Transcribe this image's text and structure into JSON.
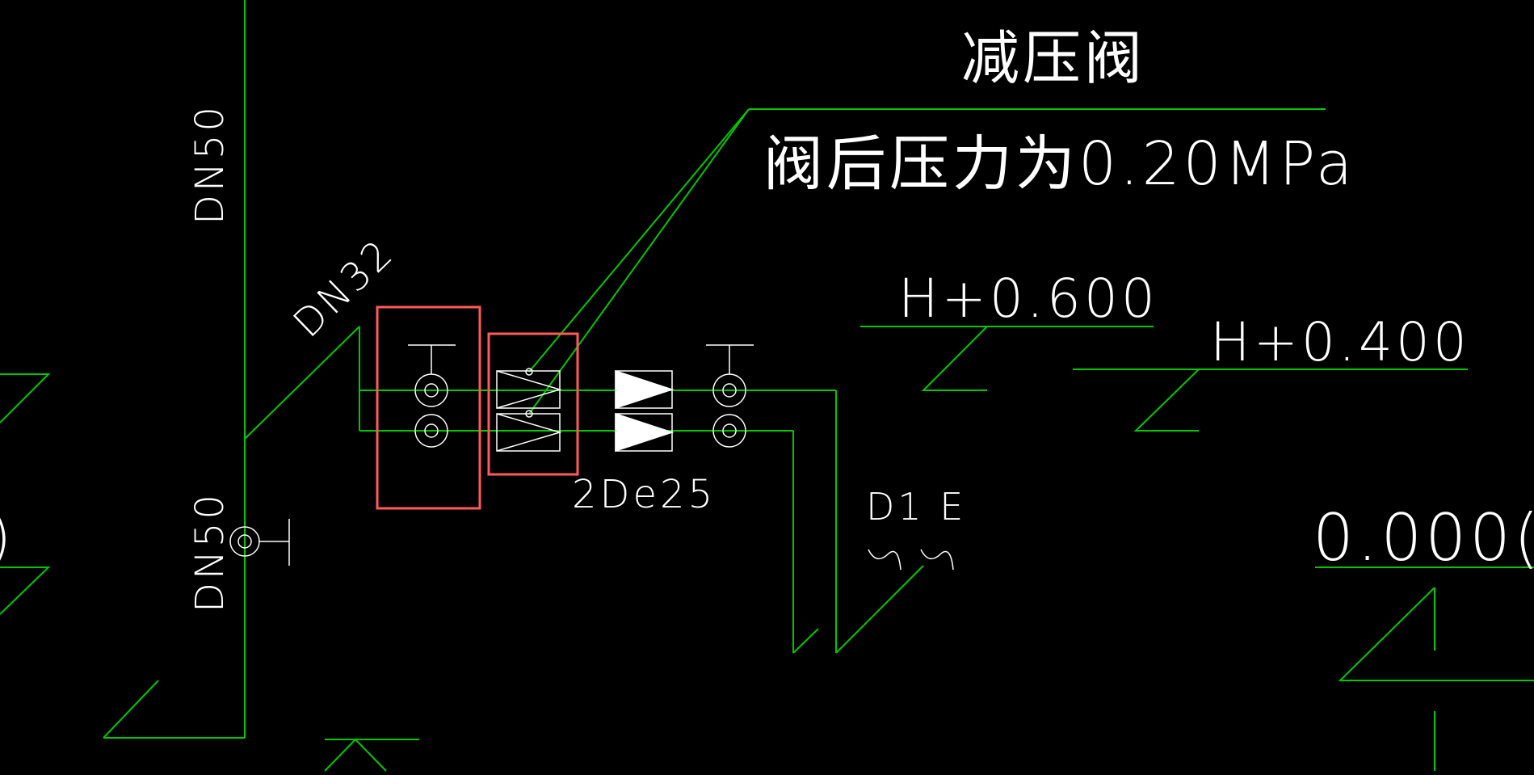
{
  "labels": {
    "reducing_valve_title": "减压阀",
    "downstream_pressure": "阀后压力为0.20MPa",
    "pipe_dn50_top": "DN50",
    "pipe_dn50_bottom": "DN50",
    "pipe_dn32": "DN32",
    "pipe_2de25": "2De25",
    "elevation_h0600": "H+0.600",
    "elevation_h0400": "H+0.400",
    "elevation_0000": "0.000(",
    "drain_label": "D1  E",
    "left_edge_fragment": ")"
  },
  "colors": {
    "background": "#000000",
    "pipe_line": "#00c800",
    "annotation_text": "#ffffff",
    "highlight_box": "#ff5a5a",
    "symbol": "#ffffff"
  },
  "icons": {
    "gate_valve": "gate-valve-icon",
    "reducing_valve": "pressure-reducing-valve-icon",
    "check_valve": "check-valve-icon",
    "elevation_marker": "elevation-triangle-icon"
  }
}
